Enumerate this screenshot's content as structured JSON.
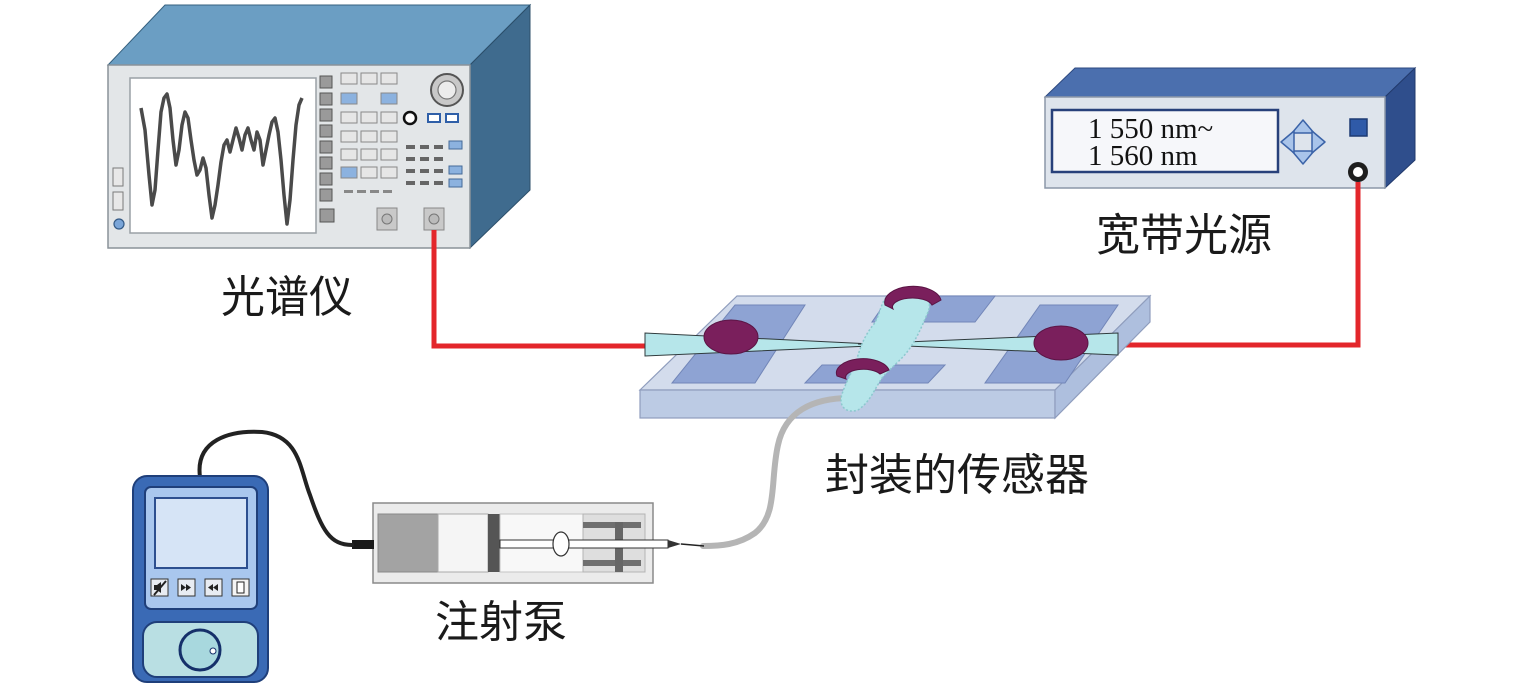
{
  "figure": {
    "spectrometer": {
      "label": "光谱仪"
    },
    "broadband_source": {
      "label": "宽带光源",
      "display": {
        "line1": "1 550 nm~",
        "line2": "1 560 nm"
      }
    },
    "sensor": {
      "label": "封装的传感器"
    },
    "syringe_pump": {
      "label": "注射泵"
    }
  },
  "icons": [
    "knob-icon",
    "navigation-arrows-icon",
    "mute-icon",
    "fast-forward-icon",
    "rewind-icon",
    "power-icon"
  ],
  "colors": {
    "optical_fiber_cable": "#e3262b",
    "signal_cable": "#222222",
    "fluid_tube": "#b5b5b5",
    "adhesive": "#7a1f5c",
    "fiber_and_channel": "#b6e6ea",
    "device_blue": "#3a6ab5"
  }
}
